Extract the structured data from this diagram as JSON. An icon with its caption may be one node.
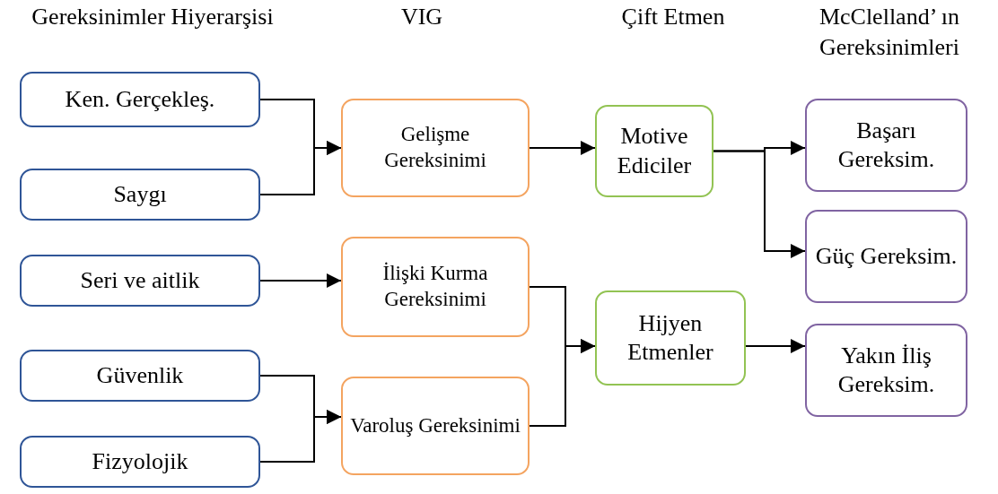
{
  "diagram": {
    "nodes": [
      {
        "text": [
          "Ken. Gerçekleş."
        ]
      },
      {
        "text": [
          "Saygı"
        ]
      },
      {
        "text": [
          "Seri ve aitlik"
        ]
      },
      {
        "text": [
          "Güvenlik"
        ]
      },
      {
        "text": [
          "Fizyolojik"
        ]
      },
      {
        "text": [
          "Gelişme Gereksinimi"
        ]
      },
      {
        "text": [
          "İlişki Kurma Gereksinimi"
        ]
      },
      {
        "text": [
          "Varoluş Gereksinimi"
        ]
      },
      {
        "text": [
          "Motive Ediciler"
        ]
      },
      {
        "text": [
          "Hijyen Etmenler"
        ]
      },
      {
        "text": [
          "Başarı Gereksim."
        ]
      },
      {
        "text": [
          "Güç Gereksim."
        ]
      },
      {
        "text": [
          "Yakın İliş Gereksim."
        ]
      }
    ],
    "edges": [
      {
        "from": 0,
        "to": 5,
        "arrow": "to"
      },
      {
        "from": 1,
        "to": 5,
        "arrow": "to"
      },
      {
        "from": 2,
        "to": 6,
        "arrow": "to"
      },
      {
        "from": 3,
        "to": 7,
        "arrow": "to"
      },
      {
        "from": 4,
        "to": 7,
        "arrow": "to"
      },
      {
        "from": 5,
        "to": 8,
        "arrow": "to"
      },
      {
        "from": 6,
        "to": 9,
        "arrow": "to"
      },
      {
        "from": 7,
        "to": 9,
        "arrow": "to"
      },
      {
        "from": 8,
        "to": 10,
        "arrow": "to"
      },
      {
        "from": 8,
        "to": 11,
        "arrow": "to"
      },
      {
        "from": 9,
        "to": 12,
        "arrow": "to"
      }
    ],
    "labels": [
      "Gereksinimler Hiyerarşisi",
      "VIG",
      "Çift Etmen",
      "McClelland’ ın Gereksinimleri"
    ]
  }
}
